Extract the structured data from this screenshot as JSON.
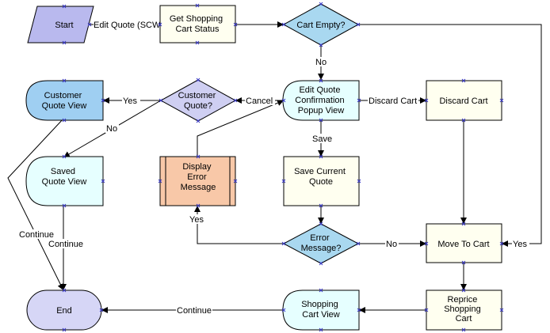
{
  "nodes": {
    "start": {
      "label": [
        "Start"
      ]
    },
    "get_cart": {
      "label": [
        "Get Shopping",
        "Cart Status"
      ]
    },
    "cart_empty": {
      "label": [
        "Cart Empty?"
      ]
    },
    "customer_quote_view": {
      "label": [
        "Customer",
        "Quote View"
      ]
    },
    "customer_quote": {
      "label": [
        "Customer",
        "Quote?"
      ]
    },
    "edit_quote_popup": {
      "label": [
        "Edit Quote",
        "Confirmation",
        "Popup View"
      ]
    },
    "discard_cart": {
      "label": [
        "Discard Cart"
      ]
    },
    "saved_quote_view": {
      "label": [
        "Saved",
        "Quote View"
      ]
    },
    "display_error": {
      "label": [
        "Display",
        "Error",
        "Message"
      ]
    },
    "save_current_quote": {
      "label": [
        "Save Current",
        "Quote"
      ]
    },
    "error_message": {
      "label": [
        "Error",
        "Message?"
      ]
    },
    "move_to_cart": {
      "label": [
        "Move To Cart"
      ]
    },
    "end": {
      "label": [
        "End"
      ]
    },
    "shopping_cart_view": {
      "label": [
        "Shopping",
        "Cart View"
      ]
    },
    "reprice_cart": {
      "label": [
        "Reprice",
        "Shopping",
        "Cart"
      ]
    }
  },
  "edges": {
    "edit_quote_scw": "Edit Quote (SCW)",
    "no_cart_empty": "No",
    "yes_cart_empty": "Yes",
    "cancel": "Cancel",
    "discard_cart": "Discard Cart",
    "yes_customer": "Yes",
    "no_customer": "No",
    "save": "Save",
    "yes_error": "Yes",
    "no_error": "No",
    "continue_left": "Continue",
    "continue_saved": "Continue",
    "continue_bottom": "Continue"
  },
  "colors": {
    "start_fill": "#b9b9ee",
    "process_fill": "#fffff0",
    "decision_fill": "#a9d8f0",
    "view_fill": "#e6ffff",
    "customer_view_fill": "#9fcff2",
    "customer_decision_fill": "#cfcff2",
    "error_fill": "#f8c8a8",
    "end_fill": "#d6d6f6",
    "stroke": "#000000"
  }
}
